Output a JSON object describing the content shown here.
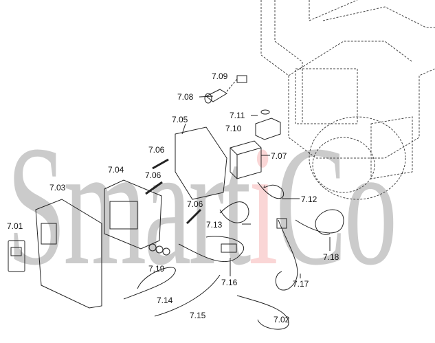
{
  "watermark": {
    "part1": "Smart",
    "part2": "i",
    "part3": "Co",
    "accent": "#e0201e"
  },
  "labels": {
    "l701": "7.01",
    "l702": "7.02",
    "l703": "7.03",
    "l704": "7.04",
    "l705": "7.05",
    "l706a": "7.06",
    "l706b": "7.06",
    "l706c": "7.06",
    "l707": "7.07",
    "l708": "7.08",
    "l709": "7.09",
    "l710": "7.10",
    "l711": "7.11",
    "l712": "7.12",
    "l713": "7.13",
    "l714": "7.14",
    "l715": "7.15",
    "l716": "7.16",
    "l717": "7.17",
    "l718": "7.18",
    "l719": "7.19"
  }
}
